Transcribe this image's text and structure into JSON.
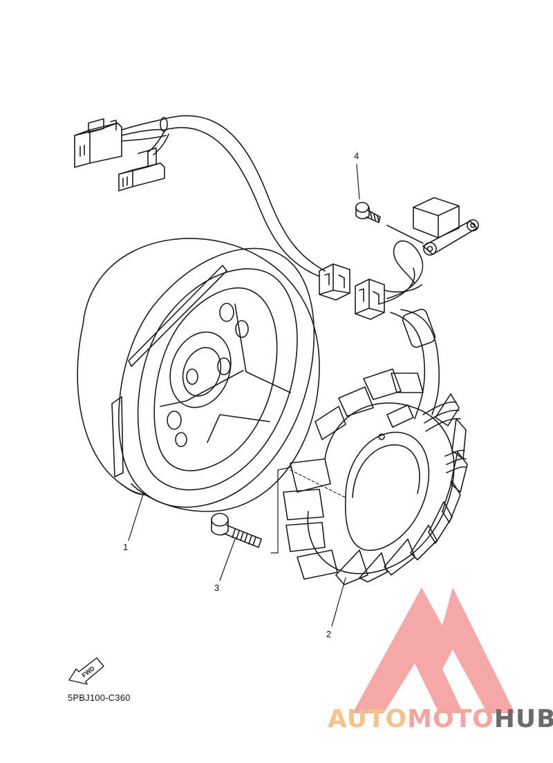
{
  "callouts": [
    {
      "id": "1",
      "label": "1"
    },
    {
      "id": "2",
      "label": "2"
    },
    {
      "id": "3",
      "label": "3"
    },
    {
      "id": "4",
      "label": "4"
    }
  ],
  "fwd_label": "FWD",
  "diagram_code": "5PBJ100-C360",
  "watermark": {
    "brand_part1": "AUTO",
    "brand_part2": "MOTO",
    "brand_part3": "HUB",
    "colors": {
      "part1": "#f5c28a",
      "part2": "#f4a59f",
      "part3": "#6b6b6b",
      "logo": "#f49a97"
    }
  }
}
